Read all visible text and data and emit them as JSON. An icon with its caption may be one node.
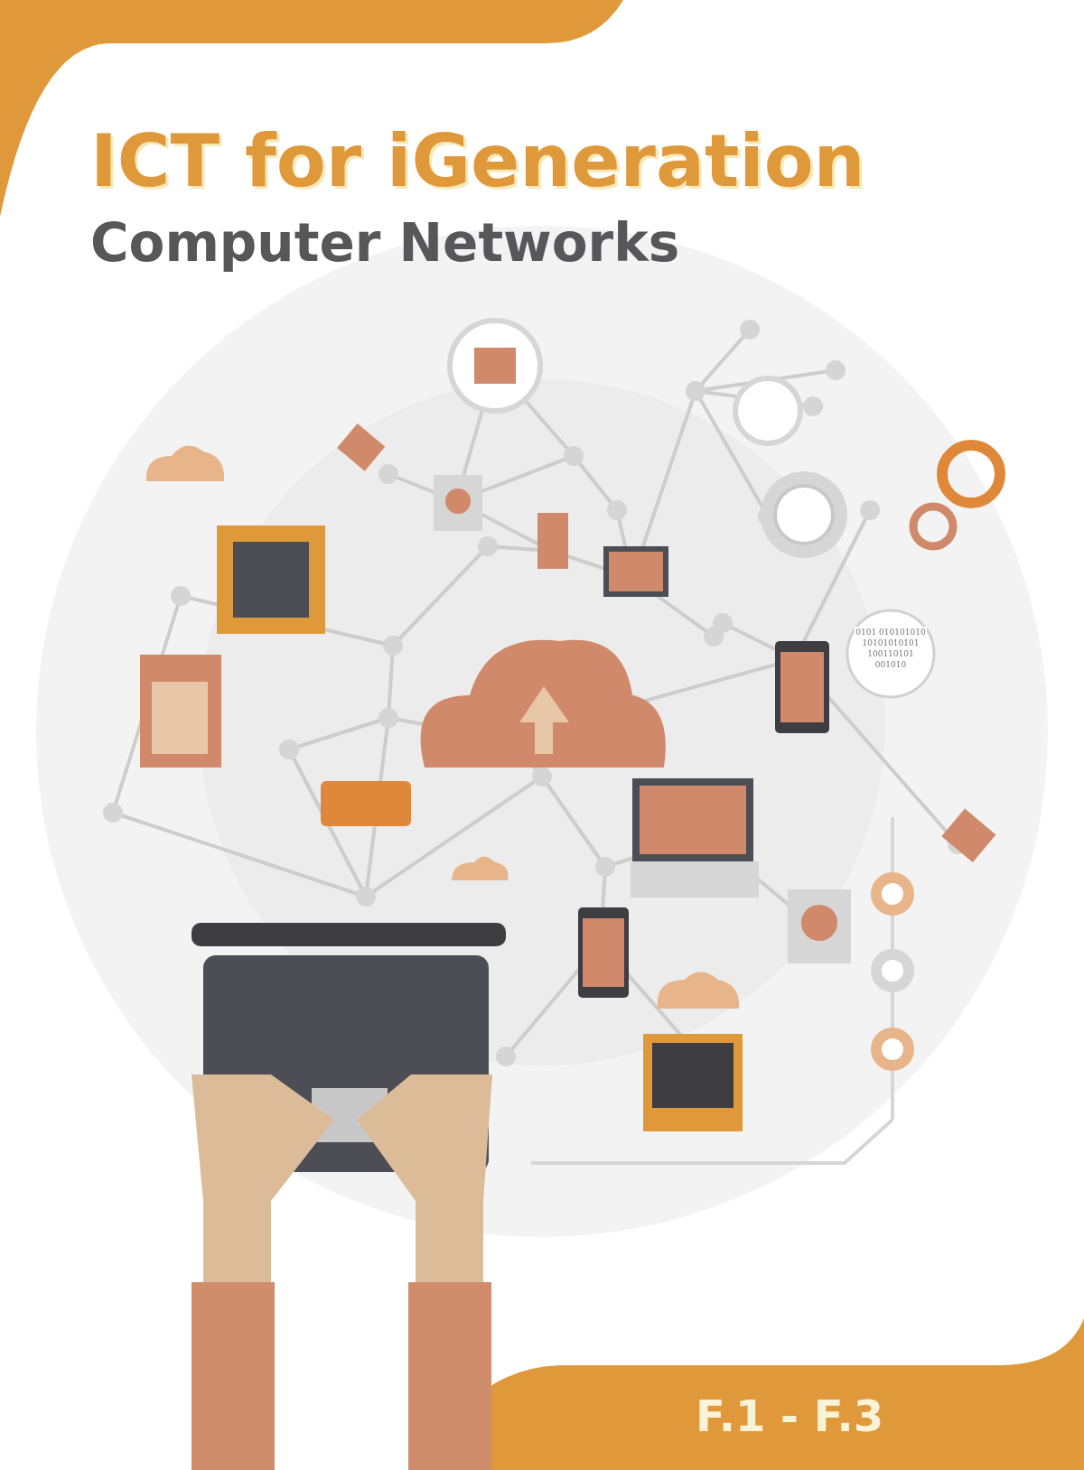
{
  "diagram": {
    "title": "ICT for iGeneration",
    "labels": [
      "Computer Networks",
      "0101 010101010 10101010101 100110101 001010",
      "F.1 - F.3"
    ]
  }
}
